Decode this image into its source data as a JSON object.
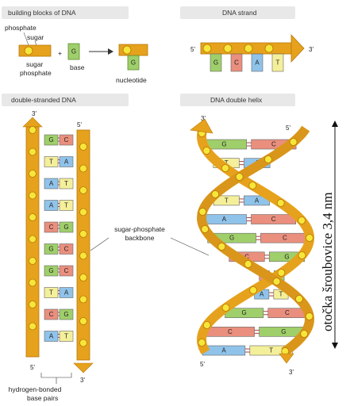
{
  "headers": {
    "building_blocks": "building blocks of DNA",
    "dna_strand": "DNA strand",
    "double_stranded": "double-stranded DNA",
    "double_helix": "DNA double helix"
  },
  "building_blocks": {
    "phosphate": "phosphate",
    "sugar": "sugar",
    "sugar_phosphate": "sugar\nphosphate",
    "base": "base",
    "nucleotide": "nucleotide",
    "plus": "+",
    "base_letter": "G",
    "nucleotide_letter": "G"
  },
  "strand": {
    "end5": "5'",
    "end3": "3'",
    "bases": [
      "G",
      "C",
      "A",
      "T"
    ]
  },
  "ladder": {
    "top_left": "3'",
    "top_right": "5'",
    "bottom_left": "5'",
    "bottom_right": "3'",
    "pairs": [
      [
        "G",
        "C"
      ],
      [
        "T",
        "A"
      ],
      [
        "A",
        "T"
      ],
      [
        "A",
        "T"
      ],
      [
        "C",
        "G"
      ],
      [
        "G",
        "C"
      ],
      [
        "G",
        "C"
      ],
      [
        "T",
        "A"
      ],
      [
        "C",
        "G"
      ],
      [
        "A",
        "T"
      ]
    ],
    "backbone_label": "sugar-phosphate\nbackbone",
    "hbond_label": "hydrogen-bonded\nbase pairs"
  },
  "helix": {
    "top_left": "3'",
    "top_right": "5'",
    "bottom_left": "5'",
    "bottom_right": "3'",
    "pairs": [
      [
        "G",
        "C"
      ],
      [
        "T",
        "A"
      ],
      [
        "A",
        "T"
      ],
      [
        "T",
        "A"
      ],
      [
        "A",
        "C"
      ],
      [
        "G",
        "C"
      ],
      [
        "C",
        "G"
      ],
      [
        "C",
        "G"
      ],
      [
        "A",
        "T"
      ],
      [
        "G",
        "C"
      ],
      [
        "C",
        "G"
      ],
      [
        "A",
        "T"
      ]
    ]
  },
  "annotation": {
    "turn_length": "otočka šroubovice 3,4 nm"
  },
  "colors": {
    "backbone": "#e6a21c",
    "backbone_dark": "#b8780a",
    "phosphate": "#f7e63a",
    "G": "#9fcf6a",
    "C": "#ea8f7e",
    "A": "#8fc3ea",
    "T": "#f4ef9a",
    "header_bg": "#e8e8e8"
  }
}
